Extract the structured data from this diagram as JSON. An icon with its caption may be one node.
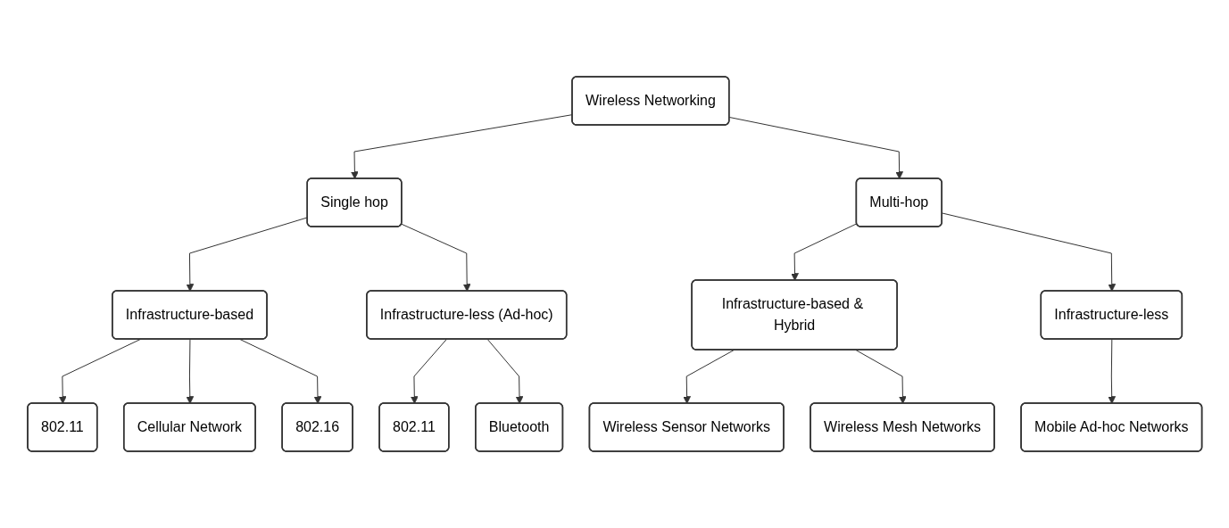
{
  "diagram": {
    "nodes": [
      {
        "text": [
          "Wireless Networking"
        ]
      },
      {
        "text": [
          "Single hop"
        ]
      },
      {
        "text": [
          "Multi-hop"
        ]
      },
      {
        "text": [
          "Infrastructure-based"
        ]
      },
      {
        "text": [
          "Infrastructure-less (Ad-hoc)"
        ]
      },
      {
        "text": [
          "Infrastructure-based & Hybrid"
        ]
      },
      {
        "text": [
          "Infrastructure-less"
        ]
      },
      {
        "text": [
          "802.11"
        ]
      },
      {
        "text": [
          "Cellular Network"
        ]
      },
      {
        "text": [
          "802.16"
        ]
      },
      {
        "text": [
          "802.11"
        ]
      },
      {
        "text": [
          "Bluetooth"
        ]
      },
      {
        "text": [
          "Wireless Sensor Networks"
        ]
      },
      {
        "text": [
          "Wireless Mesh Networks"
        ]
      },
      {
        "text": [
          "Mobile Ad-hoc Networks"
        ]
      }
    ],
    "edges": [
      {
        "from": 0,
        "to": 1,
        "arrow": "to"
      },
      {
        "from": 0,
        "to": 2,
        "arrow": "to"
      },
      {
        "from": 1,
        "to": 3,
        "arrow": "to"
      },
      {
        "from": 1,
        "to": 4,
        "arrow": "to"
      },
      {
        "from": 2,
        "to": 5,
        "arrow": "to"
      },
      {
        "from": 2,
        "to": 6,
        "arrow": "to"
      },
      {
        "from": 3,
        "to": 7,
        "arrow": "to"
      },
      {
        "from": 3,
        "to": 8,
        "arrow": "to"
      },
      {
        "from": 3,
        "to": 9,
        "arrow": "to"
      },
      {
        "from": 4,
        "to": 10,
        "arrow": "to"
      },
      {
        "from": 4,
        "to": 11,
        "arrow": "to"
      },
      {
        "from": 5,
        "to": 12,
        "arrow": "to"
      },
      {
        "from": 5,
        "to": 13,
        "arrow": "to"
      },
      {
        "from": 6,
        "to": 14,
        "arrow": "to"
      }
    ]
  }
}
